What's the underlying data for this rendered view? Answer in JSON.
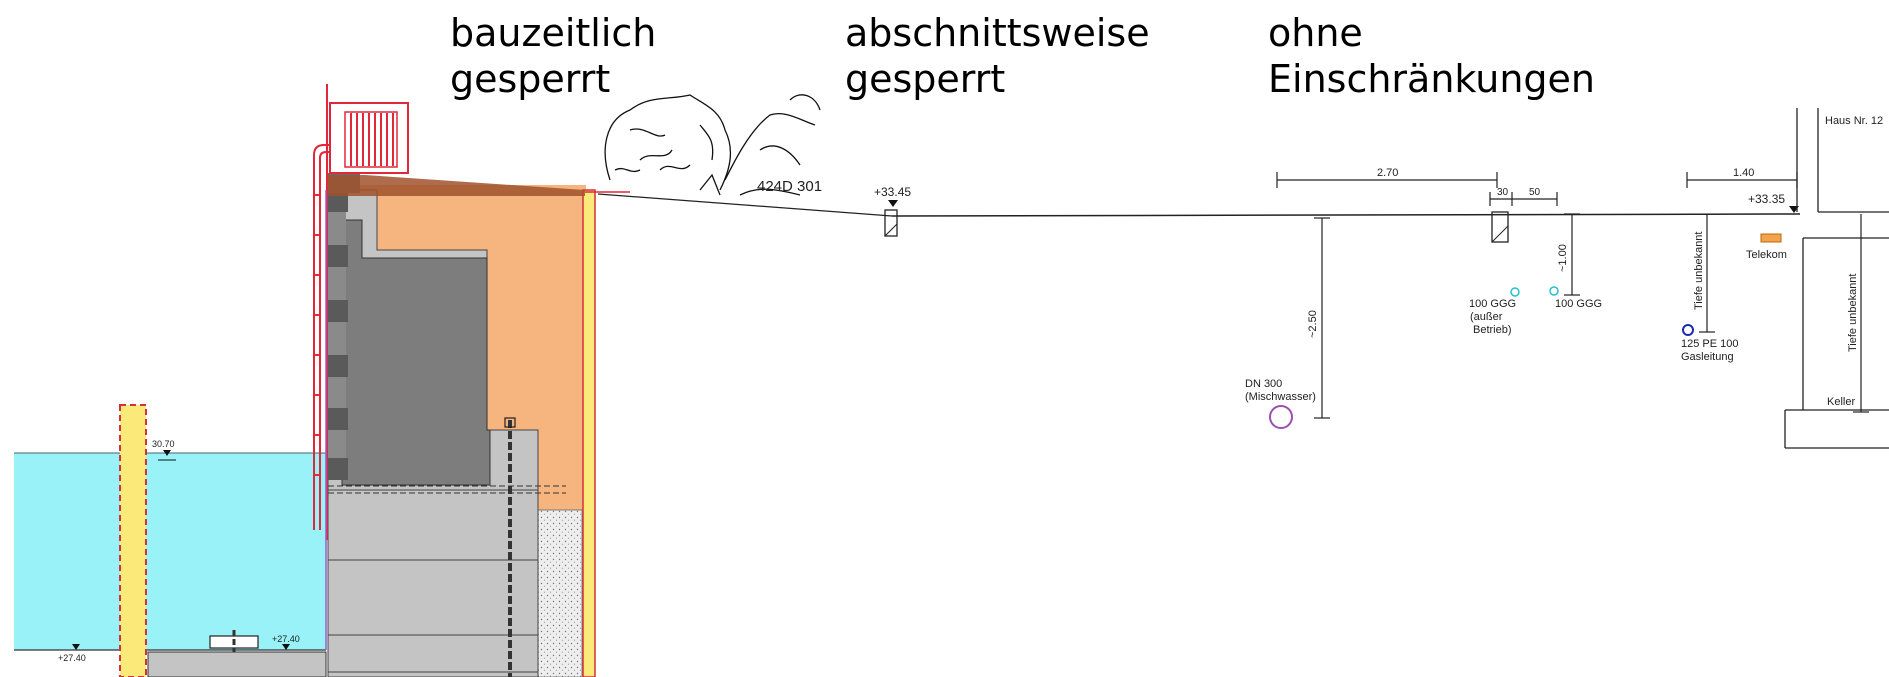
{
  "zones": {
    "zone1": {
      "line1": "bauzeitlich",
      "line2": "gesperrt"
    },
    "zone2": {
      "line1": "abschnittsweise",
      "line2": "gesperrt"
    },
    "zone3": {
      "line1": "ohne",
      "line2": "Einschränkungen"
    }
  },
  "levels": {
    "road_left": "+33.45",
    "road_right": "+33.35",
    "water": "30.70",
    "bottom_left": "+27.40",
    "bottom_mid": "+27.40"
  },
  "dimensions": {
    "d270": "2.70",
    "d30": "30",
    "d50": "50",
    "d140": "1.40",
    "d250": "~2.50",
    "d100": "~1.00"
  },
  "labels": {
    "tree_code": "424D 301",
    "house": "Haus Nr. 12",
    "telekom": "Telekom",
    "dn300_1": "DN 300",
    "dn300_2": "(Mischwasser)",
    "ggg_off_1": "100 GGG",
    "ggg_off_2": "(außer",
    "ggg_off_3": "Betrieb)",
    "ggg": "100 GGG",
    "pe_1": "125 PE 100",
    "pe_2": "Gasleitung",
    "depth1": "Tiefe unbekannt",
    "depth2": "Tiefe unbekannt",
    "cellar": "Keller"
  },
  "colors": {
    "water": "#99f2f7",
    "fill_orange": "#f6b57e",
    "wall_gray": "#7d7d7d",
    "light_gray": "#c4c4c4",
    "railing_red": "#e0283a",
    "yellow_pile": "#fbe97a",
    "pipe_purple": "#9b4fb0",
    "pipe_cyan": "#26c0d0",
    "pipe_blue": "#1a2bb0"
  }
}
